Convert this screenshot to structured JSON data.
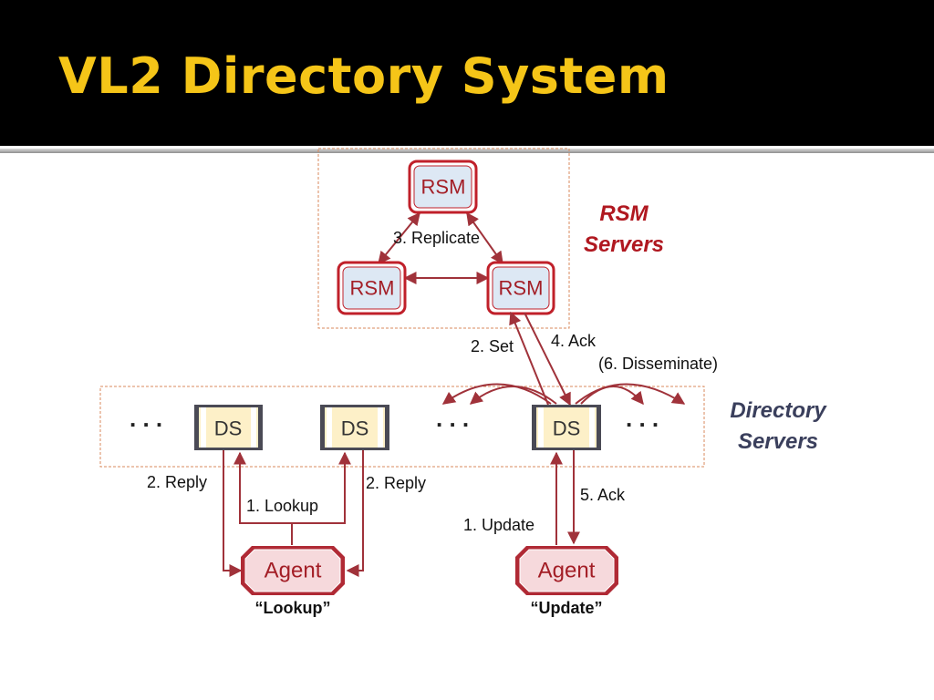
{
  "title": "VL2 Directory System",
  "colors": {
    "title_bg": "#000000",
    "title_text": "#f5c518",
    "rsm_border": "#c0202a",
    "rsm_fill": "#dde8f4",
    "ds_border": "#4a4a55",
    "ds_fill": "#fdf0c8",
    "agent_border": "#b02a35",
    "agent_fill": "#f6d9dc",
    "arrow": "#a0323a",
    "rsm_label": "#b01820",
    "ds_label": "#3a3f5c"
  },
  "rsm_group": {
    "label_line1": "RSM",
    "label_line2": "Servers",
    "nodes": [
      {
        "label": "RSM"
      },
      {
        "label": "RSM"
      },
      {
        "label": "RSM"
      }
    ]
  },
  "ds_group": {
    "label_line1": "Directory",
    "label_line2": "Servers",
    "nodes": [
      {
        "label": "DS"
      },
      {
        "label": "DS"
      },
      {
        "label": "DS"
      }
    ],
    "ellipsis": ". . ."
  },
  "agents": [
    {
      "label": "Agent",
      "caption": "“Lookup”"
    },
    {
      "label": "Agent",
      "caption": "“Update”"
    }
  ],
  "edge_labels": {
    "replicate": "3. Replicate",
    "set": "2. Set",
    "ack_rsm": "4. Ack",
    "disseminate": "(6. Disseminate)",
    "reply_left": "2. Reply",
    "reply_right": "2. Reply",
    "lookup": "1. Lookup",
    "update": "1. Update",
    "ack_ds": "5. Ack"
  }
}
